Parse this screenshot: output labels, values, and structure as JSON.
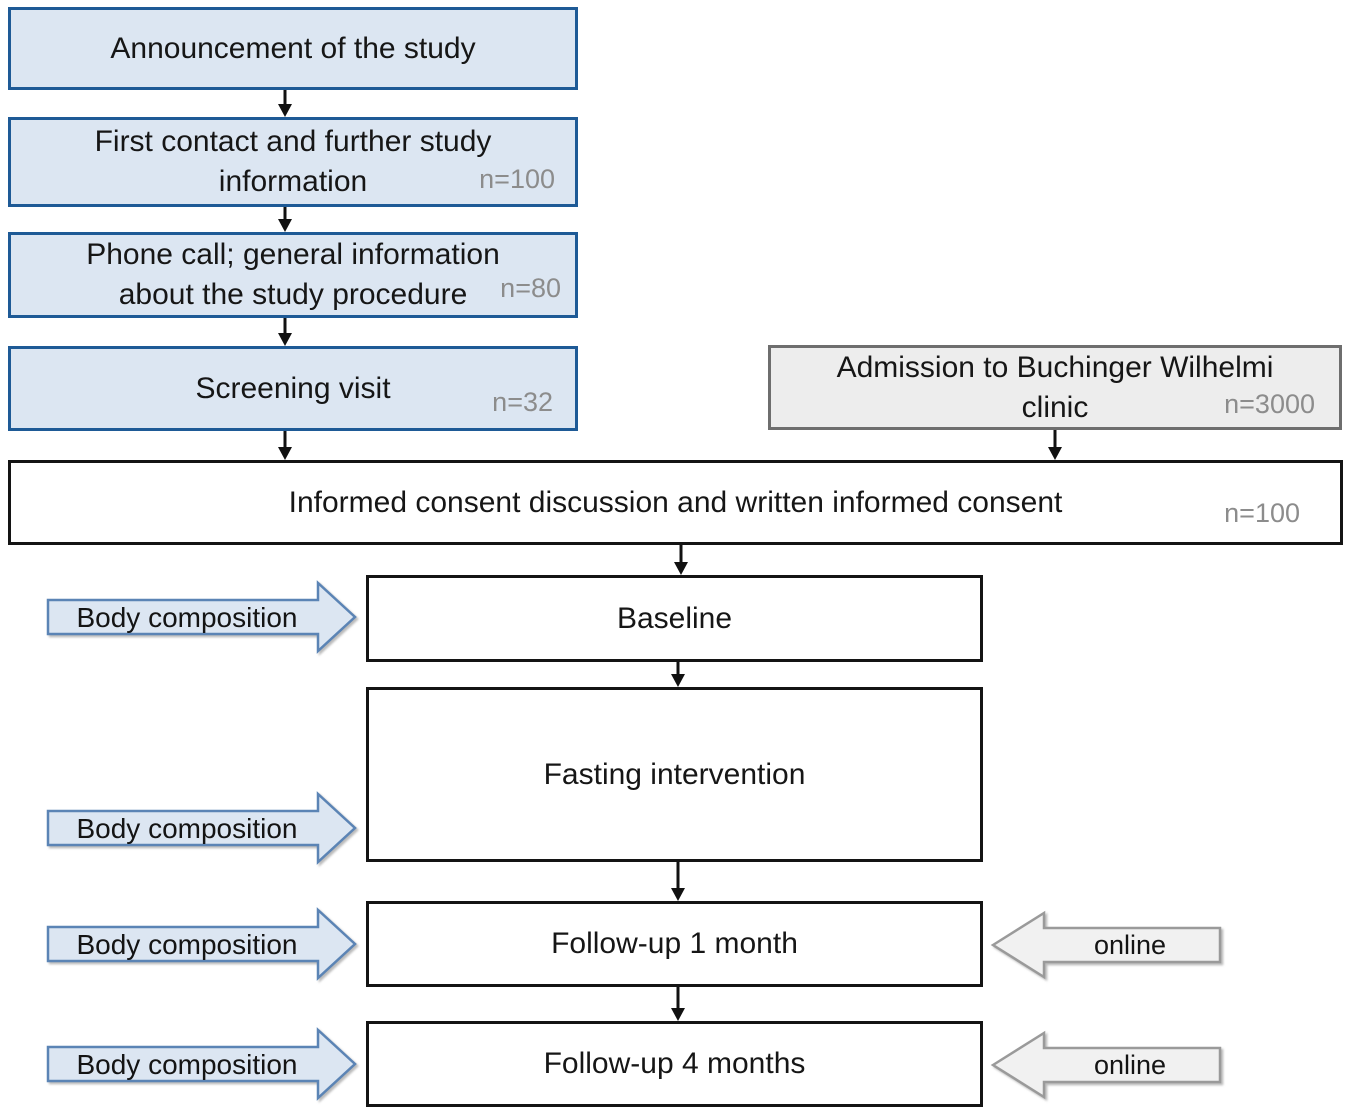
{
  "colors": {
    "blue_box_fill": "#dce6f2",
    "blue_box_border": "#1e5a96",
    "blue_arrow_fill": "#dce6f2",
    "blue_arrow_border": "#5b84b5",
    "gray_box_fill": "#ededed",
    "gray_box_border": "#6e6e6e",
    "online_arrow_fill": "#f1f1f1",
    "online_arrow_border": "#9a9a9a",
    "white_box_border": "#141414",
    "n_label_color": "#8c8c8c"
  },
  "flow": {
    "announcement": {
      "label": "Announcement of the study"
    },
    "first_contact": {
      "line1": "First contact and further study",
      "line2": "information",
      "n": "n=100"
    },
    "phone_call": {
      "line1": "Phone call; general information",
      "line2": "about the study procedure",
      "n": "n=80"
    },
    "screening": {
      "label": "Screening visit",
      "n": "n=32"
    },
    "admission": {
      "line1": "Admission to Buchinger Wilhelmi",
      "line2": "clinic",
      "n": "n=3000"
    },
    "informed_consent": {
      "label": "Informed consent discussion and written informed consent",
      "n": "n=100"
    },
    "baseline": {
      "label": "Baseline"
    },
    "fasting_intervention": {
      "label": "Fasting intervention"
    },
    "followup_1_month": {
      "label": "Follow-up 1 month"
    },
    "followup_4_months": {
      "label": "Follow-up 4 months"
    }
  },
  "annotations": {
    "body_composition": "Body composition",
    "online": "online"
  }
}
